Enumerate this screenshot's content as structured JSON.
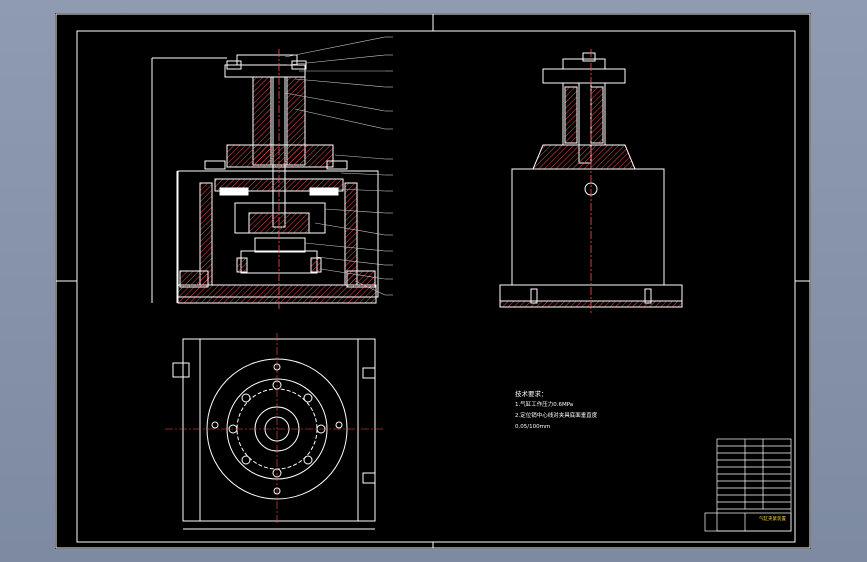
{
  "sheet": {
    "colors": {
      "background": "#8f9bb0",
      "paper": "#000000",
      "line": "#ffffff",
      "centerline": "#ff5050",
      "hatch": "#ff5050",
      "leader": "#c8c8c8",
      "table_text": "#ffd24a"
    }
  },
  "notes": {
    "tech_title": "技术要求：",
    "tech_items": [
      "1.气缸工作压力0.6MPa",
      "2.定位销中心线对夹具底面垂直度",
      "0.05/100mm"
    ]
  },
  "title_block": {
    "drawing_title": "气缸夹紧装置"
  }
}
